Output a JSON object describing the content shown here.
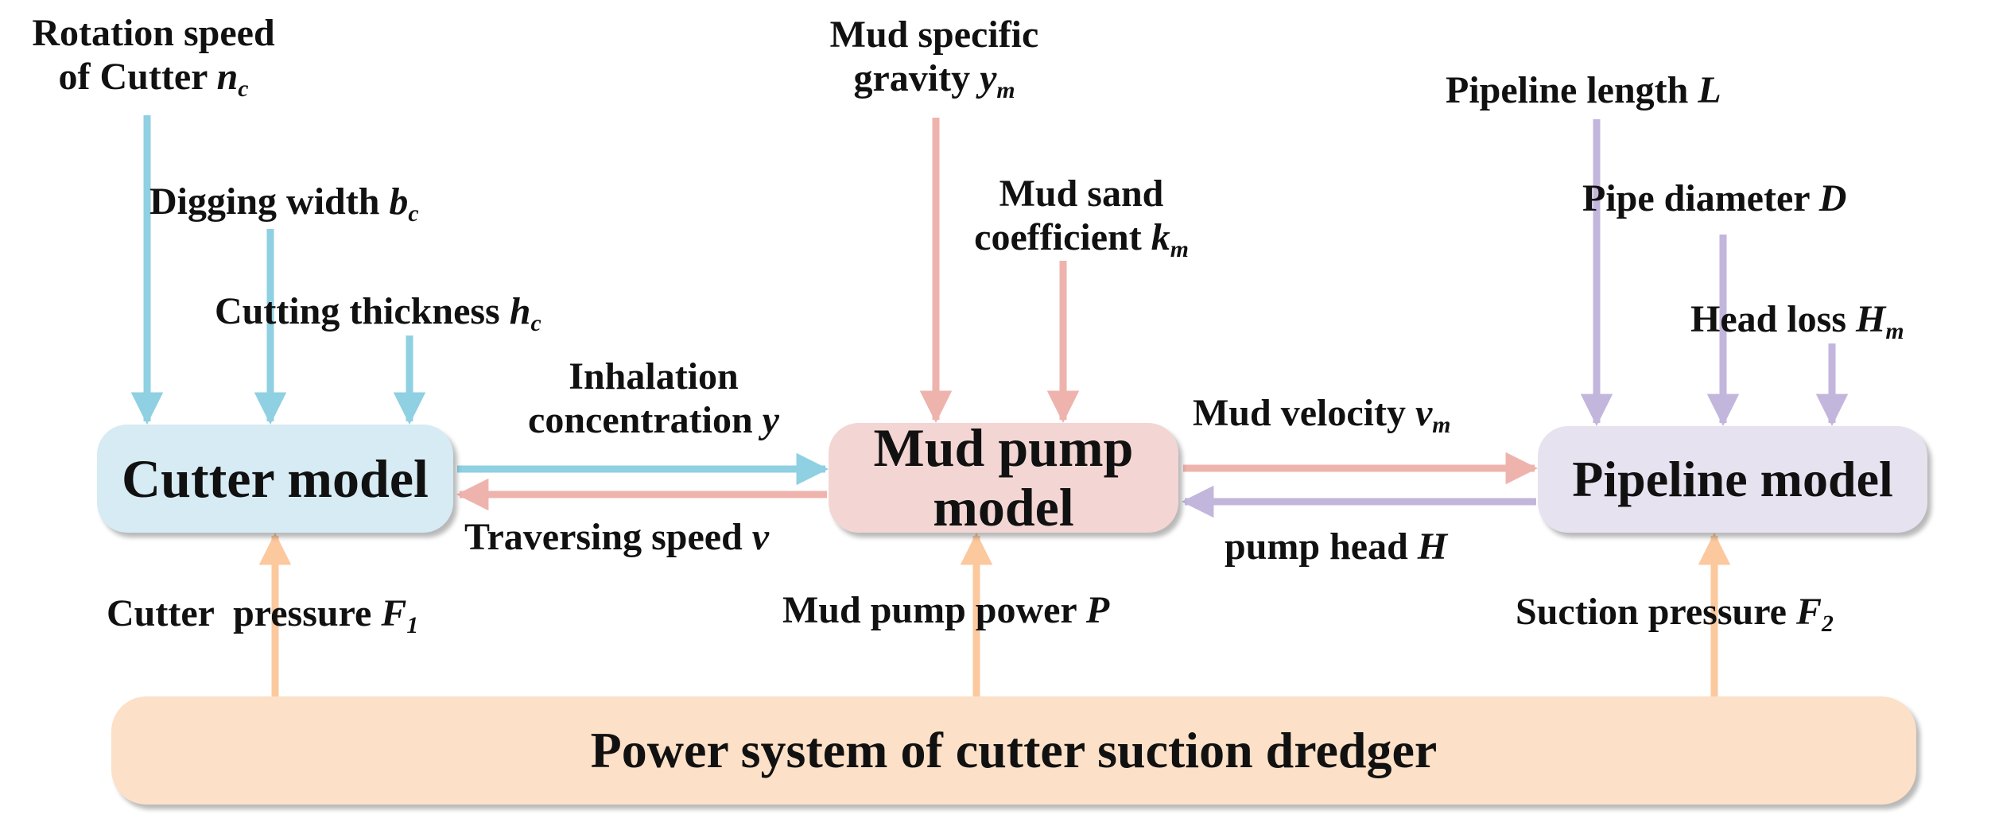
{
  "blocks": {
    "cutter": "Cutter model",
    "pump_line1": "Mud pump",
    "pump_line2": "model",
    "pipeline": "Pipeline model",
    "power": "Power system of cutter suction dredger"
  },
  "cutter_inputs": {
    "rotation": {
      "line1": "Rotation speed",
      "line2": "of Cutter ",
      "sym": "n",
      "sub": "c"
    },
    "digging": {
      "text": "Digging width ",
      "sym": "b",
      "sub": "c"
    },
    "thickness": {
      "text": "Cutting thickness ",
      "sym": "h",
      "sub": "c"
    }
  },
  "pump_inputs": {
    "gravity": {
      "line1": "Mud specific",
      "line2": "gravity ",
      "sym": "y",
      "sub": "m"
    },
    "sand": {
      "line1": "Mud sand",
      "line2": "coefficient ",
      "sym": "k",
      "sub": "m"
    }
  },
  "pipeline_inputs": {
    "length": {
      "text": "Pipeline length ",
      "sym": "L"
    },
    "diameter": {
      "text": "Pipe diameter ",
      "sym": "D"
    },
    "headloss": {
      "text": "Head loss ",
      "sym": "H",
      "sub": "m"
    }
  },
  "links": {
    "inhalation": {
      "line1": "Inhalation",
      "line2": "concentration ",
      "sym": "y"
    },
    "traversing": {
      "text": "Traversing speed ",
      "sym": "v"
    },
    "velocity": {
      "text": "Mud velocity ",
      "sym": "v",
      "sub": "m"
    },
    "pumphead": {
      "text": "pump head ",
      "sym": "H"
    }
  },
  "power_links": {
    "cutter_pressure": {
      "text": "Cutter  pressure ",
      "sym": "F",
      "sub": "1"
    },
    "pump_power": {
      "text": "Mud pump power ",
      "sym": "P"
    },
    "suction_pressure": {
      "text": "Suction pressure ",
      "sym": "F",
      "sub": "2"
    }
  },
  "colors": {
    "cutter_arrow": "#8fd0e2",
    "pump_arrow": "#eeb3ad",
    "pipeline_arrow": "#c3b6dc",
    "power_arrow": "#fcc89e"
  }
}
